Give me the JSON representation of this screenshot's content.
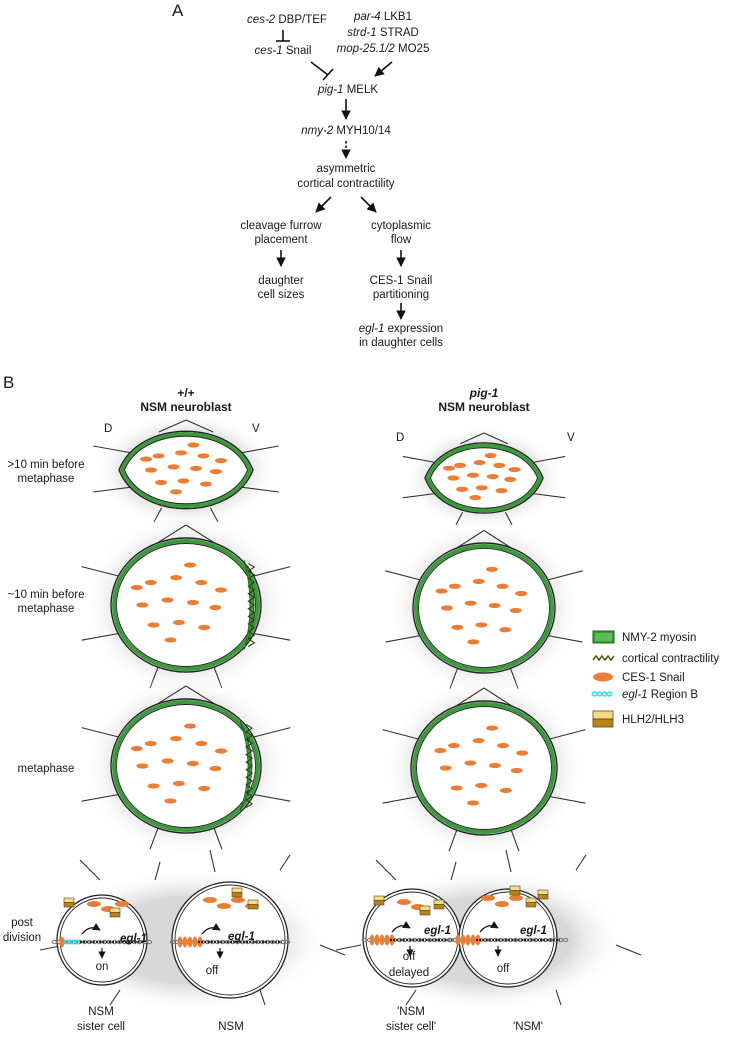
{
  "panel_a": {
    "label": "A",
    "ces2": {
      "gene": "ces-2",
      "protein": "DBP/TEF"
    },
    "ces1": {
      "gene": "ces-1",
      "protein": "Snail"
    },
    "par4": {
      "gene": "par-4",
      "protein": "LKB1"
    },
    "strd1": {
      "gene": "strd-1",
      "protein": "STRAD"
    },
    "mop25": {
      "gene": "mop-25.1/2",
      "protein": "MO25"
    },
    "pig1": {
      "gene": "pig-1",
      "protein": "MELK"
    },
    "nmy2": {
      "gene": "nmy-2",
      "protein": "MYH10/14"
    },
    "contractility": [
      "asymmetric",
      "cortical contractility"
    ],
    "cleavage": [
      "cleavage furrow",
      "placement"
    ],
    "cytoplasmic": [
      "cytoplasmic",
      "flow"
    ],
    "daughter": [
      "daughter",
      "cell sizes"
    ],
    "partitioning": [
      "CES-1 Snail",
      "partitioning"
    ],
    "expression": {
      "gene": "egl-1",
      "rest": "expression",
      "line2": "in daughter cells"
    }
  },
  "panel_b": {
    "label": "B",
    "wt_header": [
      "+/+",
      "NSM neuroblast"
    ],
    "mut_header": [
      "pig-1",
      "NSM neuroblast"
    ],
    "axis": {
      "dorsal": "D",
      "ventral": "V"
    },
    "stages": [
      [
        ">10 min before",
        "metaphase"
      ],
      [
        "~10 min before",
        "metaphase"
      ],
      [
        "metaphase"
      ],
      [
        "post",
        "division"
      ]
    ],
    "legend": [
      {
        "label": "NMY-2 myosin",
        "icon": "myosin-box",
        "color": "#3c9a3c"
      },
      {
        "label": "cortical contractility",
        "icon": "zigzag",
        "color": "#4a5a1a"
      },
      {
        "label": "CES-1 Snail",
        "icon": "orange-ellipse",
        "color": "#ed7d35"
      },
      {
        "label": "Region B",
        "gene": "egl-1",
        "icon": "dna-cyan",
        "color": "#2ee0e8"
      },
      {
        "label": "HLH2/HLH3",
        "icon": "heterodimer",
        "color": "#f6d98a"
      }
    ],
    "post_division": {
      "gene": "egl-1",
      "wt_left_status": "on",
      "wt_right_status": "off",
      "mut_left_status": [
        "off",
        "delayed"
      ],
      "mut_right_status": "off"
    },
    "cell_labels": {
      "wt_left": [
        "NSM",
        "sister cell"
      ],
      "wt_right": "NSM",
      "mut_left": [
        "'NSM",
        "sister cell'"
      ],
      "mut_right": "'NSM'"
    }
  }
}
